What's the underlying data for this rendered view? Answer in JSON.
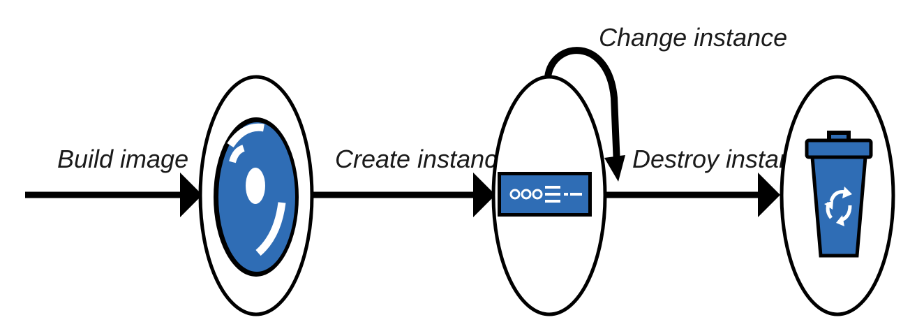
{
  "labels": {
    "build": "Build image",
    "create": "Create instance",
    "change": "Change instance",
    "destroy": "Destroy instance"
  },
  "nodes": [
    {
      "id": "image",
      "icon": "disk-image-icon"
    },
    {
      "id": "instance",
      "icon": "server-icon"
    },
    {
      "id": "destroyed",
      "icon": "recycle-bin-icon"
    }
  ],
  "colors": {
    "accent": "#2f6db5",
    "stroke": "#000000",
    "background": "#ffffff"
  }
}
